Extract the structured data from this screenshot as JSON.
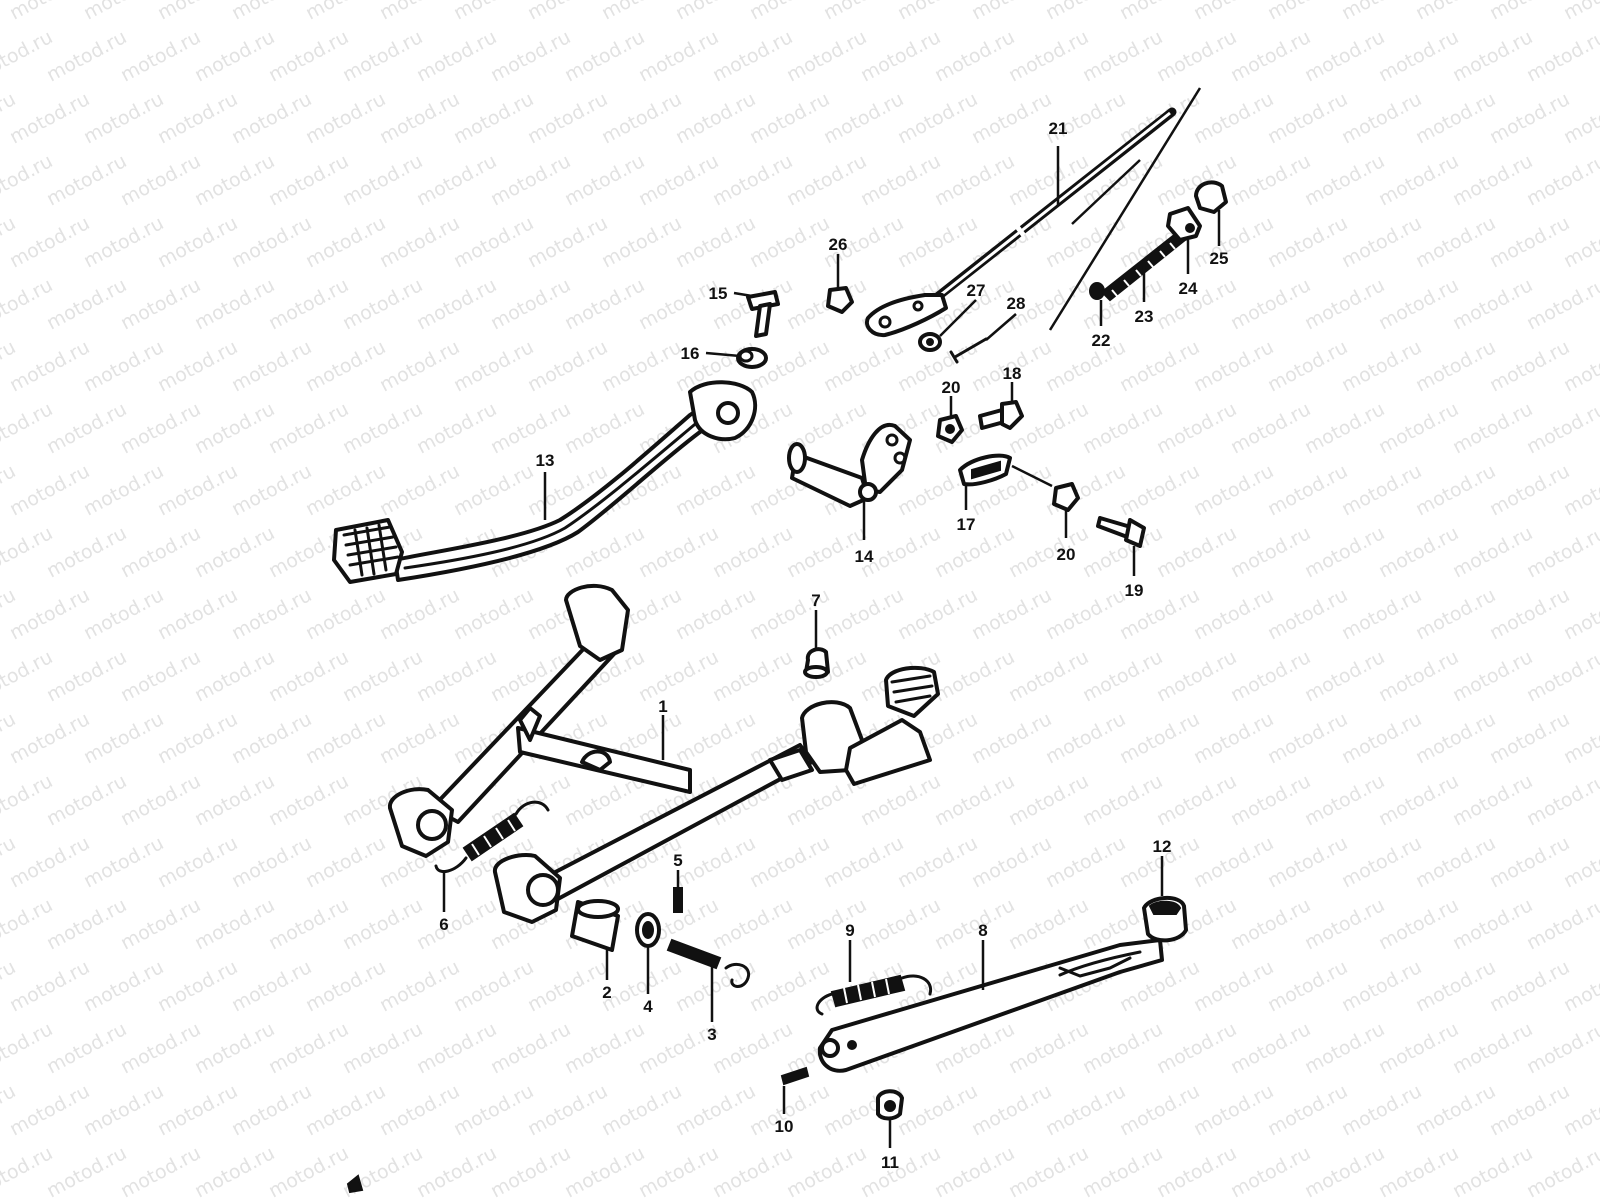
{
  "watermark": {
    "text": "motod.ru"
  },
  "callouts": [
    {
      "id": "1",
      "label": "1"
    },
    {
      "id": "2",
      "label": "2"
    },
    {
      "id": "3",
      "label": "3"
    },
    {
      "id": "4",
      "label": "4"
    },
    {
      "id": "5",
      "label": "5"
    },
    {
      "id": "6",
      "label": "6"
    },
    {
      "id": "7",
      "label": "7"
    },
    {
      "id": "8",
      "label": "8"
    },
    {
      "id": "9",
      "label": "9"
    },
    {
      "id": "10",
      "label": "10"
    },
    {
      "id": "11",
      "label": "11"
    },
    {
      "id": "12",
      "label": "12"
    },
    {
      "id": "13",
      "label": "13"
    },
    {
      "id": "14",
      "label": "14"
    },
    {
      "id": "15",
      "label": "15"
    },
    {
      "id": "16",
      "label": "16"
    },
    {
      "id": "17",
      "label": "17"
    },
    {
      "id": "18",
      "label": "18"
    },
    {
      "id": "19",
      "label": "19"
    },
    {
      "id": "20a",
      "label": "20"
    },
    {
      "id": "20b",
      "label": "20"
    },
    {
      "id": "21",
      "label": "21"
    },
    {
      "id": "22",
      "label": "22"
    },
    {
      "id": "23",
      "label": "23"
    },
    {
      "id": "24",
      "label": "24"
    },
    {
      "id": "25",
      "label": "25"
    },
    {
      "id": "26",
      "label": "26"
    },
    {
      "id": "27",
      "label": "27"
    },
    {
      "id": "28",
      "label": "28"
    }
  ]
}
